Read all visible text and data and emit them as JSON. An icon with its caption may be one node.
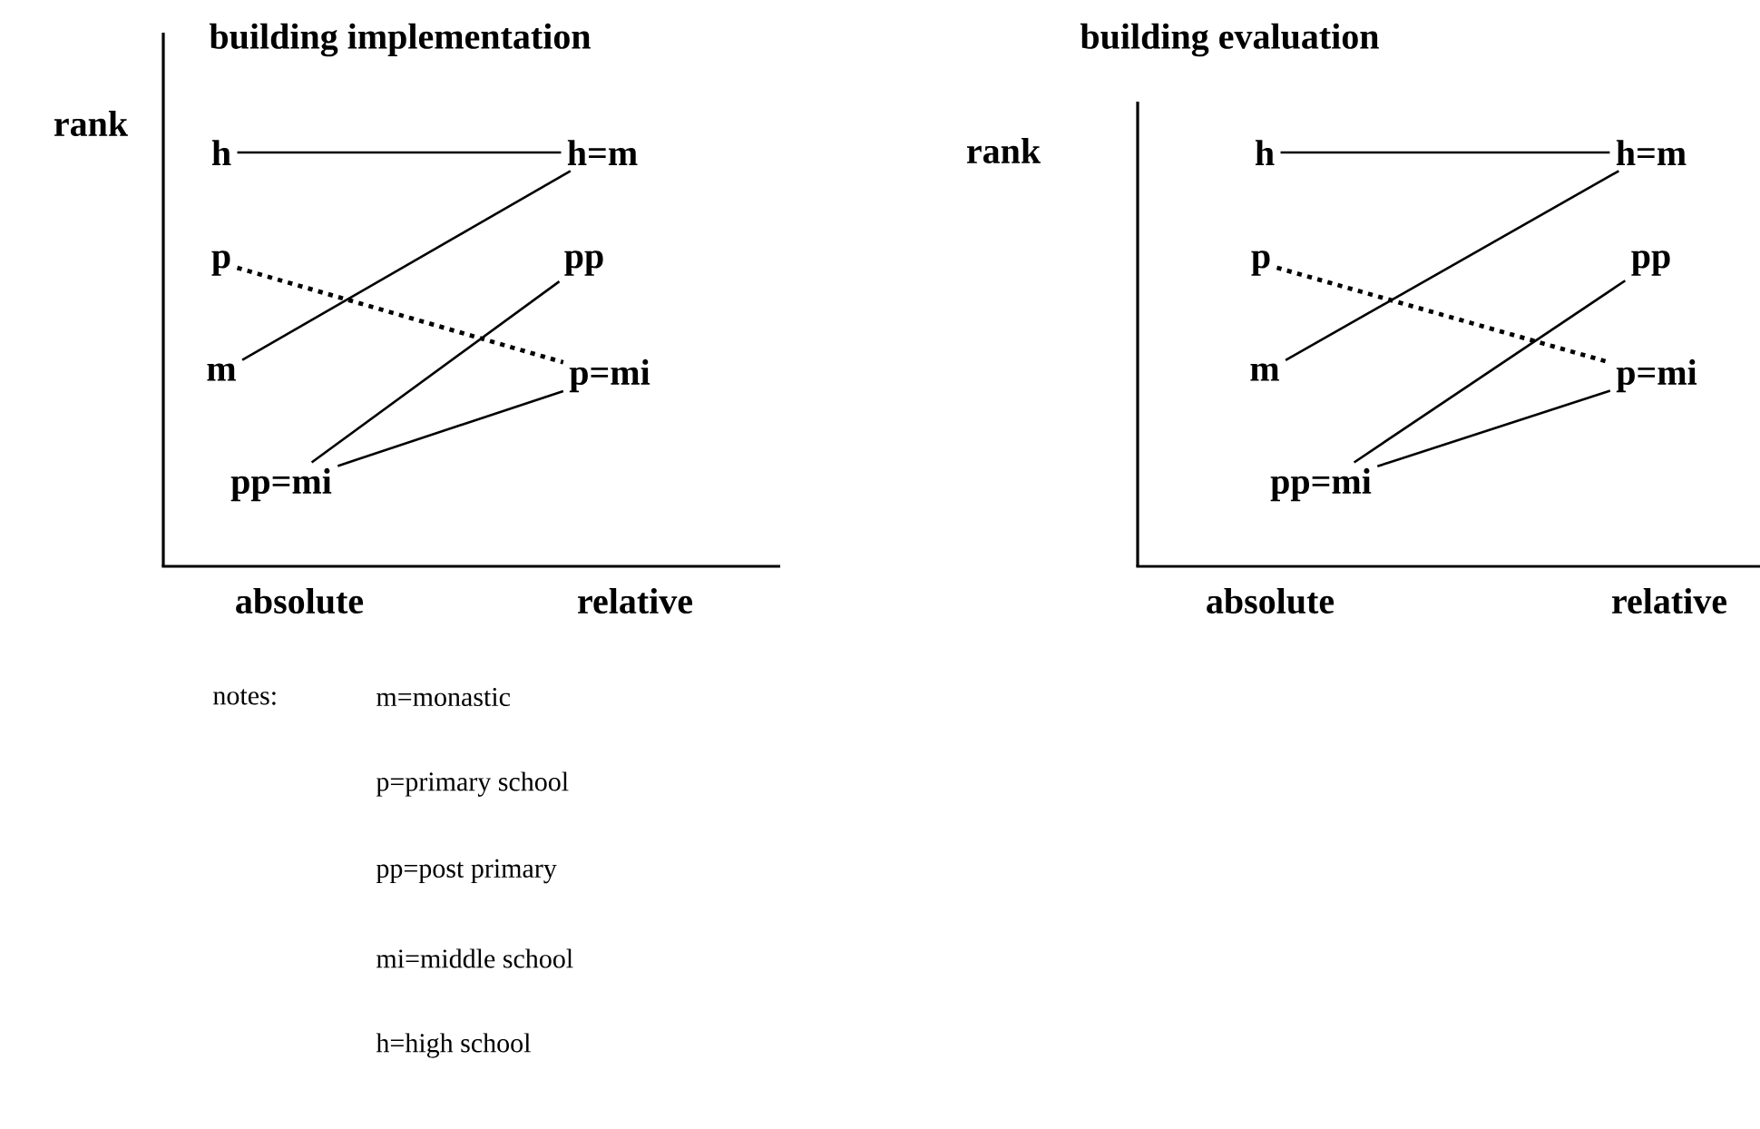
{
  "diagram": {
    "nodes": [
      {
        "text": [
          "h"
        ]
      },
      {
        "text": [
          "h=m"
        ]
      },
      {
        "text": [
          "p"
        ]
      },
      {
        "text": [
          "pp"
        ]
      },
      {
        "text": [
          "m"
        ]
      },
      {
        "text": [
          "p=mi"
        ]
      },
      {
        "text": [
          "pp=mi"
        ]
      },
      {
        "text": [
          "h"
        ]
      },
      {
        "text": [
          "h=m"
        ]
      },
      {
        "text": [
          "p"
        ]
      },
      {
        "text": [
          "pp"
        ]
      },
      {
        "text": [
          "m"
        ]
      },
      {
        "text": [
          "p=mi"
        ]
      },
      {
        "text": [
          "pp=mi"
        ]
      }
    ],
    "edges": [
      {
        "from": 0,
        "to": 1,
        "arrow": "none"
      },
      {
        "from": 2,
        "to": 5,
        "arrow": "none",
        "style": "dashed"
      },
      {
        "from": 4,
        "to": 1,
        "arrow": "none"
      },
      {
        "from": 6,
        "to": 3,
        "arrow": "none"
      },
      {
        "from": 6,
        "to": 5,
        "arrow": "none"
      },
      {
        "from": 7,
        "to": 8,
        "arrow": "none"
      },
      {
        "from": 9,
        "to": 12,
        "arrow": "none",
        "style": "dashed"
      },
      {
        "from": 11,
        "to": 8,
        "arrow": "none"
      },
      {
        "from": 13,
        "to": 10,
        "arrow": "none"
      },
      {
        "from": 13,
        "to": 12,
        "arrow": "none"
      }
    ],
    "labels": [
      "building implementation",
      "building evaluation",
      "rank",
      "rank",
      "absolute",
      "relative",
      "absolute",
      "relative",
      "notes:",
      "m=monastic",
      "p=primary school",
      "pp=post primary",
      "mi=middle school",
      "h=high school"
    ]
  }
}
